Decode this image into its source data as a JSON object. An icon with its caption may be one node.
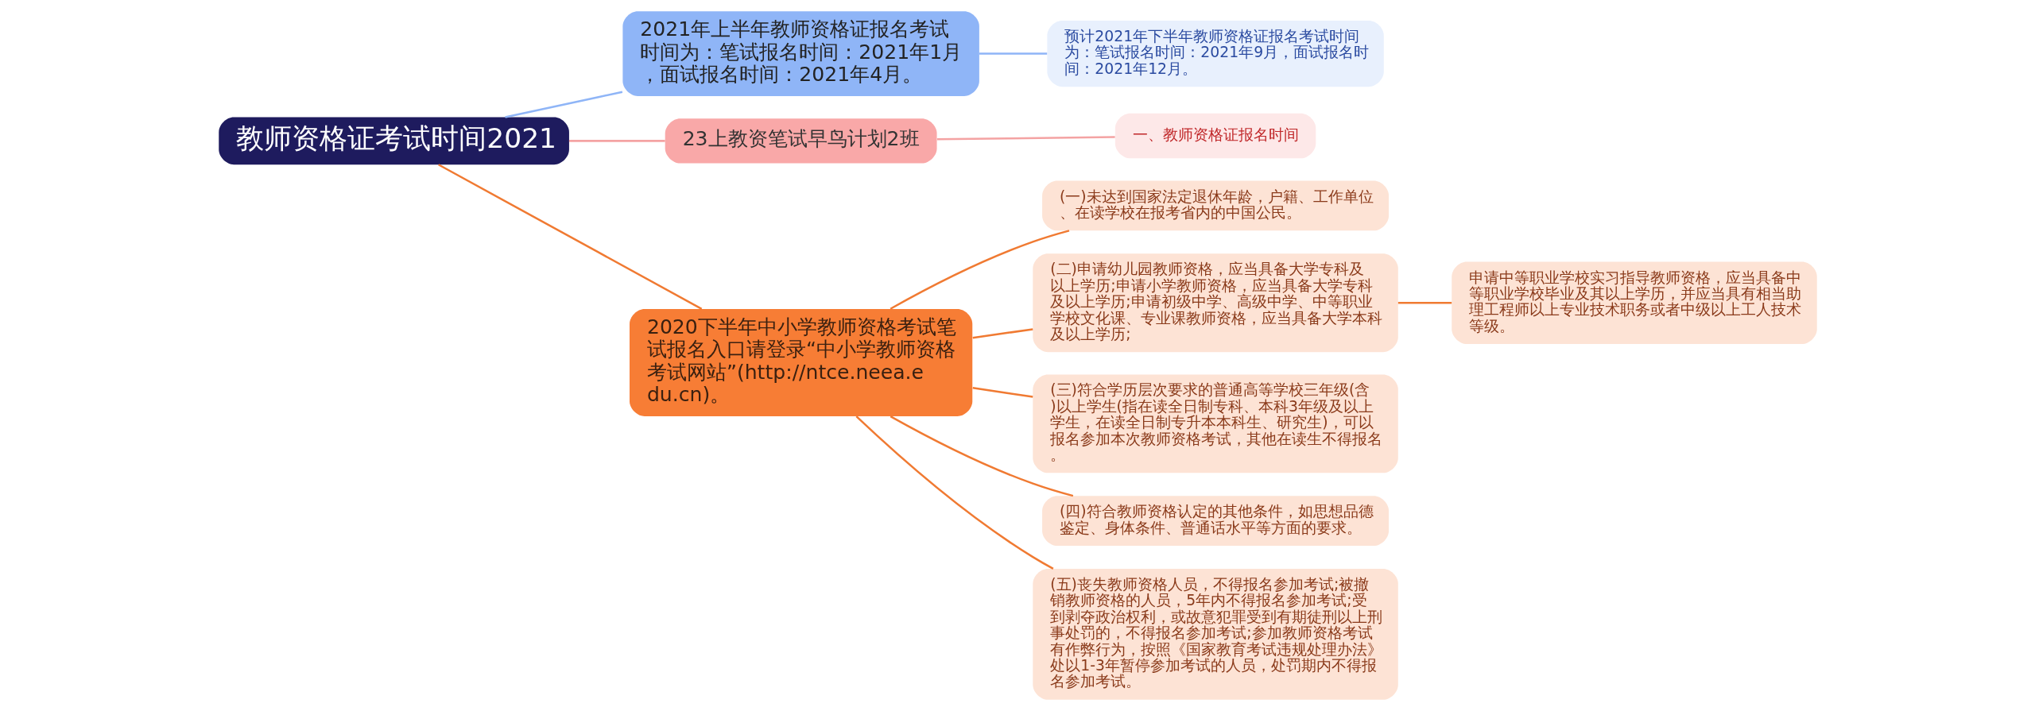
{
  "diagram": {
    "nodes": [
      {
        "text": [
          "教师资格证考试时间2021"
        ]
      },
      {
        "text": [
          "2021年上半年教师资格证报名考试时间为：笔试报名时间：2021年1月，面试报名时间：2021年4月。"
        ]
      },
      {
        "text": [
          "预计2021年下半年教师资格证报名考试时间为：笔试报名时间：2021年9月，面试报名时间：2021年12月。"
        ]
      },
      {
        "text": [
          "23上教资笔试早鸟计划2班"
        ]
      },
      {
        "text": [
          "一、教师资格证报名时间"
        ]
      },
      {
        "text": [
          "2020下半年中小学教师资格考试笔试报名入口请登录“中小学教师资格考试网站”(http://ntce.neea.edu.cn)。"
        ]
      },
      {
        "text": [
          "(一)未达到国家法定退休年龄，户籍、工作单位、在读学校在报考省内的中国公民。"
        ]
      },
      {
        "text": [
          "(二)申请幼儿园教师资格，应当具备大学专科及以上学历;申请小学教师资格，应当具备大学专科及以上学历;申请初级中学、高级中学、中等职业学校文化课、专业课教师资格，应当具备大学本科及以上学历;"
        ]
      },
      {
        "text": [
          "申请中等职业学校实习指导教师资格，应当具备中等职业学校毕业及其以上学历，并应当具有相当助理工程师以上专业技术职务或者中级以上工人技术等级。"
        ]
      },
      {
        "text": [
          "(三)符合学历层次要求的普通高等学校三年级(含)以上学生(指在读全日制专科、本科3年级及以上学生，在读全日制专升本本科生、研究生)，可以报名参加本次教师资格考试，其他在读生不得报名。"
        ]
      },
      {
        "text": [
          "(四)符合教师资格认定的其他条件，如思想品德鉴定、身体条件、普通话水平等方面的要求。"
        ]
      },
      {
        "text": [
          "(五)丧失教师资格人员，不得报名参加考试;被撤销教师资格的人员，5年内不得报名参加考试;受到剥夺政治权利，或故意犯罪受到有期徒刑以上刑事处罚的，不得报名参加考试;参加教师资格考试有作弊行为，按照《国家教育考试违规处理办法》处以1-3年暂停参加考试的人员，处罚期内不得报名参加考试。"
        ]
      }
    ],
    "edges": [
      {
        "from": 0,
        "to": 1,
        "arrow": "none",
        "color": "#8fb5f7"
      },
      {
        "from": 1,
        "to": 2,
        "arrow": "none",
        "color": "#8fb5f7"
      },
      {
        "from": 0,
        "to": 3,
        "arrow": "none",
        "color": "#f4a3a3"
      },
      {
        "from": 3,
        "to": 4,
        "arrow": "none",
        "color": "#f4a3a3"
      },
      {
        "from": 0,
        "to": 5,
        "arrow": "none"
      },
      {
        "from": 5,
        "to": 6,
        "arrow": "none"
      },
      {
        "from": 5,
        "to": 7,
        "arrow": "none"
      },
      {
        "from": 7,
        "to": 8,
        "arrow": "none"
      },
      {
        "from": 5,
        "to": 9,
        "arrow": "none"
      },
      {
        "from": 5,
        "to": 10,
        "arrow": "none"
      },
      {
        "from": 5,
        "to": 11,
        "arrow": "none"
      }
    ]
  }
}
